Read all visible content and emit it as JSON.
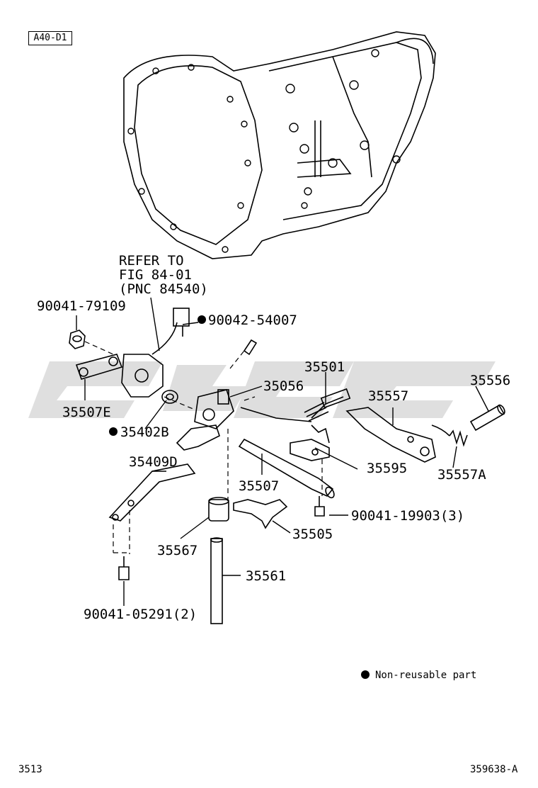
{
  "model_code": "A40-D1",
  "callouts": {
    "refer_line1": "REFER TO",
    "refer_line2": "FIG 84-01",
    "refer_line3": "(PNC 84540)",
    "p90041_79109": "90041-79109",
    "p90042_54007": "90042-54007",
    "p35507E": "35507E",
    "p35402B": "35402B",
    "p35056": "35056",
    "p35501": "35501",
    "p35557": "35557",
    "p35556": "35556",
    "p35595": "35595",
    "p35557A": "35557A",
    "p35409D": "35409D",
    "p35507": "35507",
    "p90041_19903": "90041-19903(3)",
    "p35505": "35505",
    "p35567": "35567",
    "p35561": "35561",
    "p90041_05291": "90041-05291(2)"
  },
  "non_reusable": [
    "90042-54007",
    "35402B"
  ],
  "legend_text": "Non-reusable part",
  "footer": {
    "page_code": "3513",
    "illustration_id": "359638-A"
  }
}
